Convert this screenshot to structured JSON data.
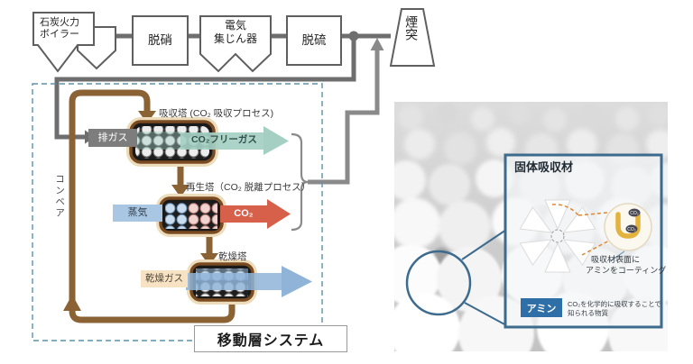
{
  "flow": {
    "boiler": {
      "line1": "石炭火力",
      "line2": "ボイラー"
    },
    "denox": "脱硝",
    "esp": {
      "line1": "電気",
      "line2": "集じん器"
    },
    "desulfurizer": "脱硫",
    "stack": "煙突"
  },
  "moving_bed": {
    "system_label": "移動層システム",
    "conveyor_label": "コンベア",
    "absorber": {
      "label": "吸収塔 (CO₂ 吸収プロセス)",
      "input": "排ガス",
      "output": "CO₂フリーガス"
    },
    "regenerator": {
      "label": "再生塔（CO₂ 脱離プロセス）",
      "input": "蒸気",
      "output": "CO₂"
    },
    "dryer": {
      "label": "乾燥塔",
      "input": "乾燥ガス"
    }
  },
  "sorbent_photo": {
    "title": "固体吸収材",
    "coating_note": {
      "line1": "吸収材表面に",
      "line2": "アミンをコーティング"
    },
    "amine_tag": "アミン",
    "amine_definition": {
      "line1": "CO₂を化学的に吸収することで",
      "line2": "知られる物質"
    },
    "co2_molecule": "CO₂"
  },
  "colors": {
    "flow_line_gray": "#6e6e6e",
    "conveyor_brown": "#8a6234",
    "vessel_border": "#7a4a20",
    "co2_free_teal": "#a5cfc3",
    "steam_blue": "#a9c7e2",
    "co2_red": "#d7604a",
    "dry_gas_beige": "#f7e3c3",
    "dry_arrow_blue": "#8fb4d8",
    "exhaust_gray": "#7d7d7d",
    "dashed_border": "#5b93a8",
    "amine_blue": "#2f6fa8",
    "callout_border": "#3d6b8e"
  }
}
